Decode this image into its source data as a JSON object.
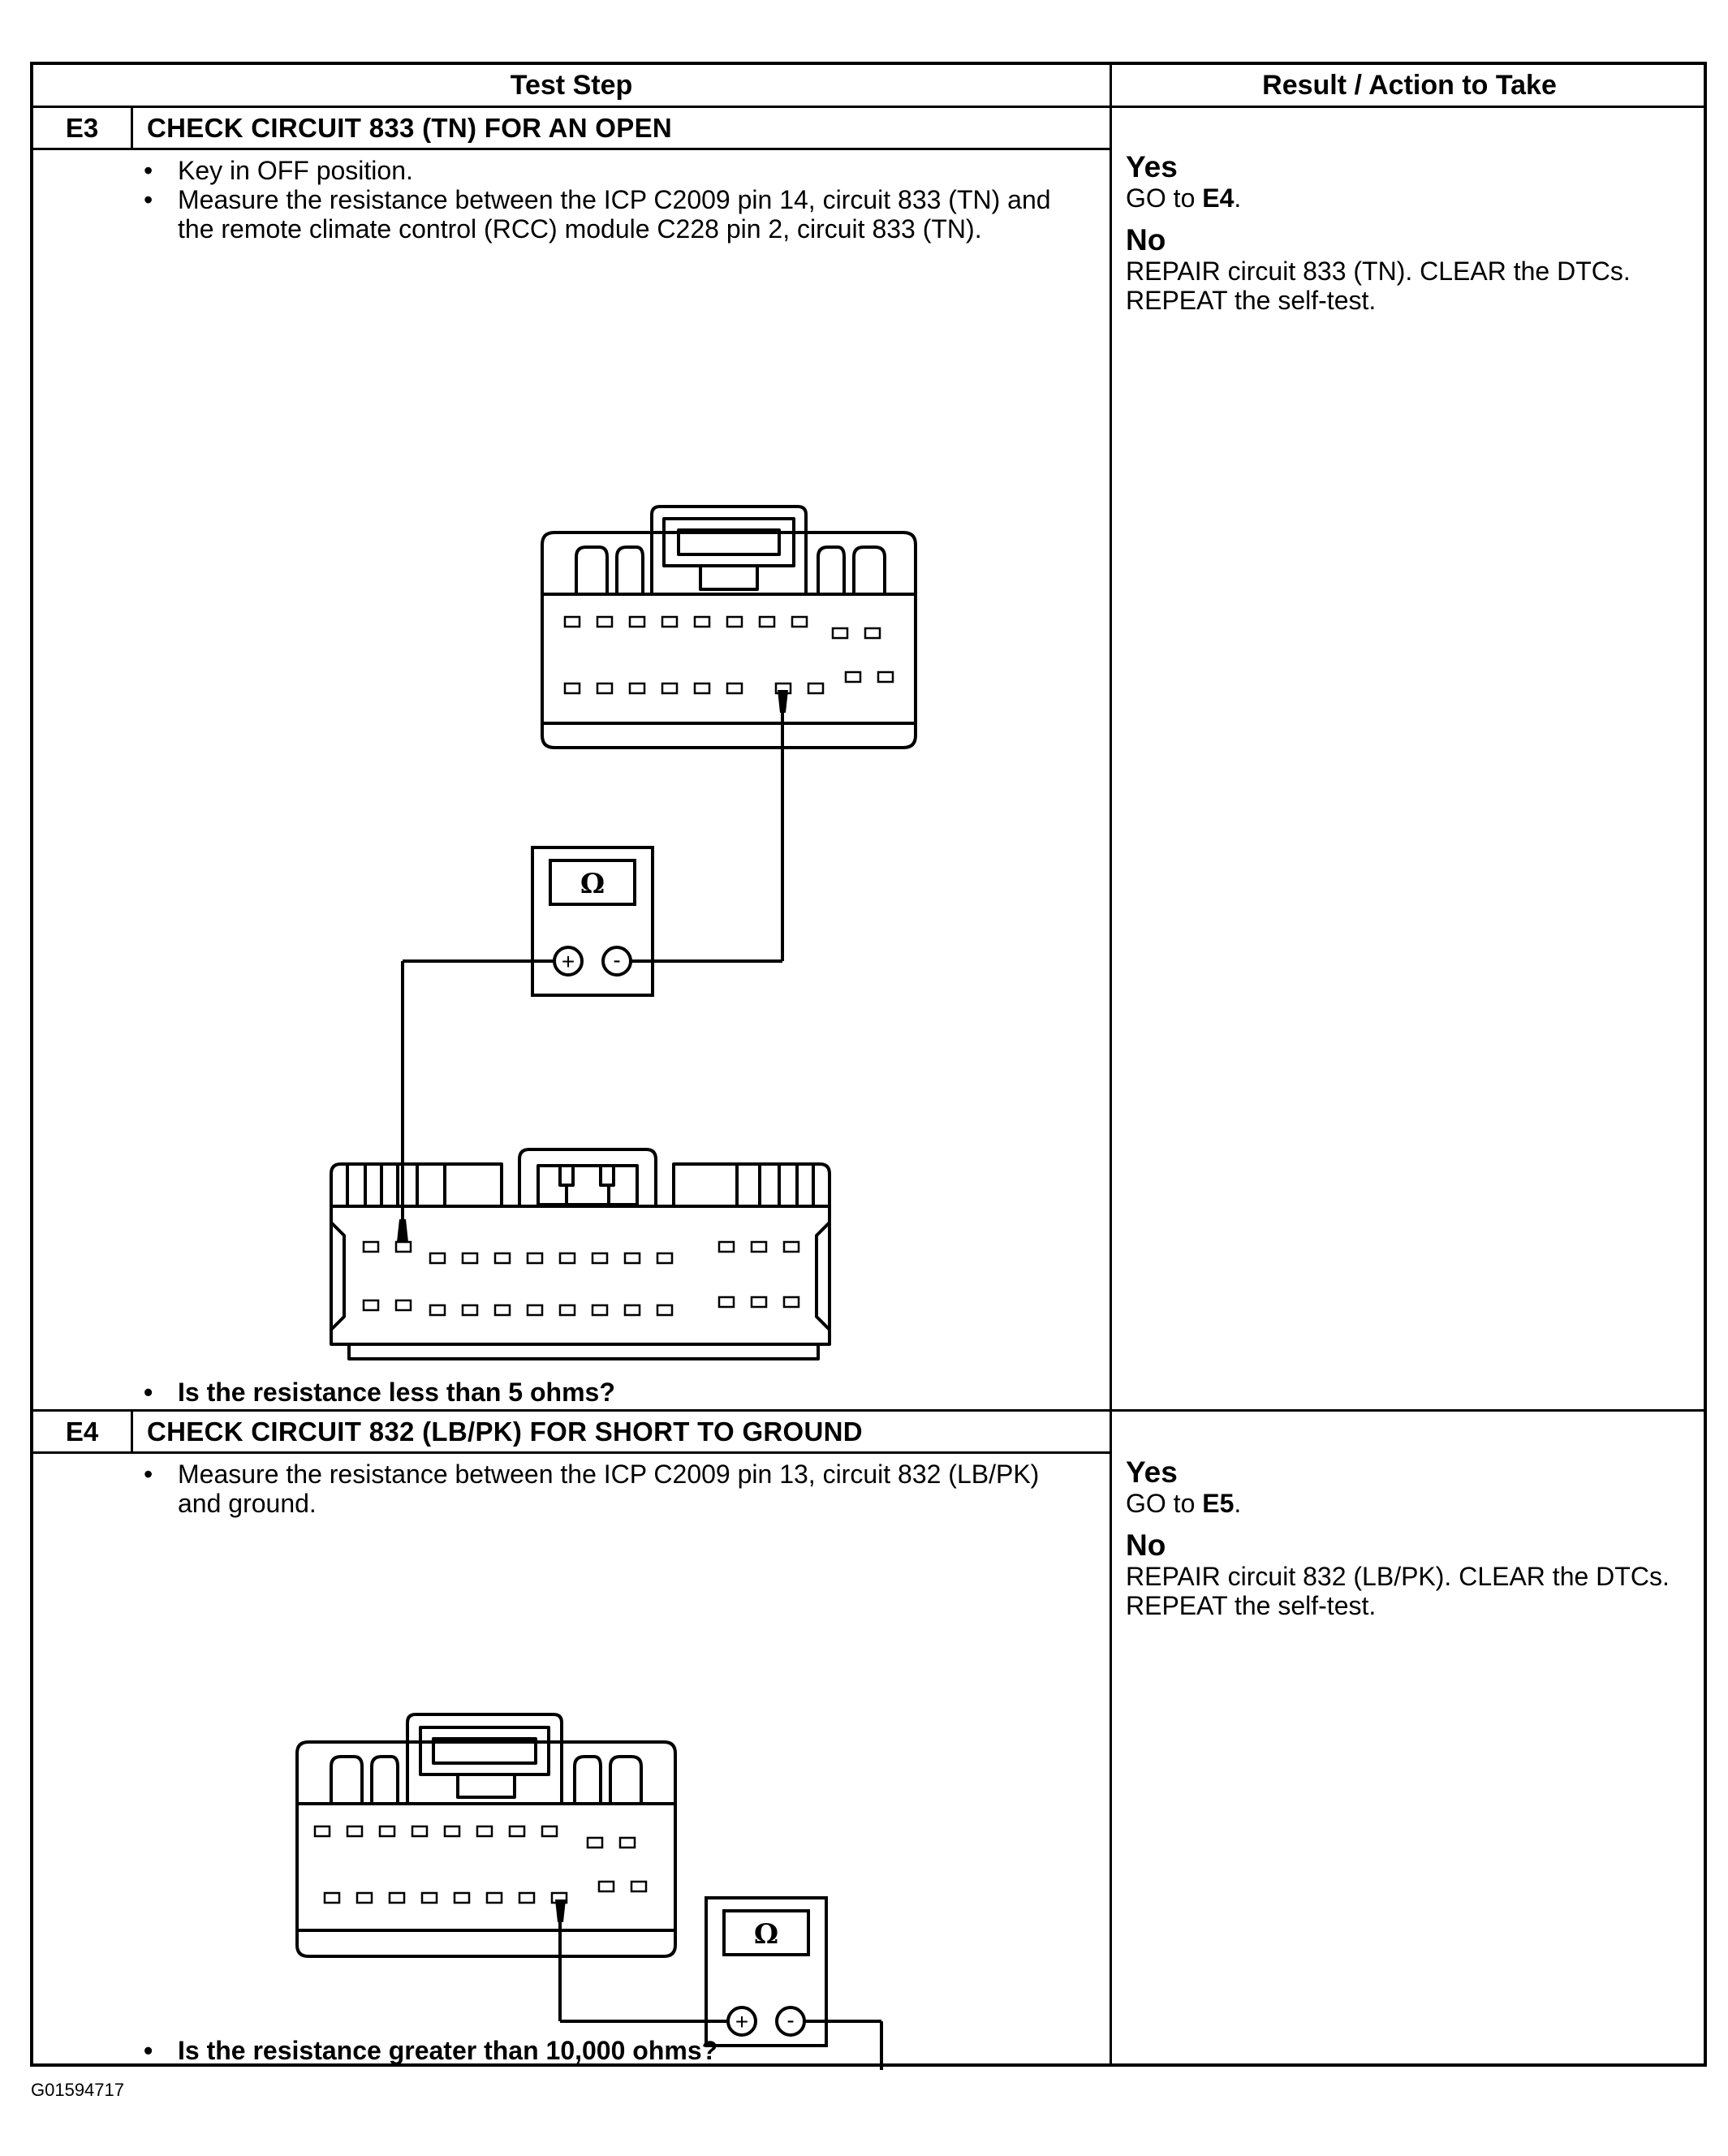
{
  "header": {
    "test_step": "Test Step",
    "result_action": "Result / Action to Take"
  },
  "steps": [
    {
      "id": "E3",
      "title": "CHECK CIRCUIT 833 (TN) FOR AN OPEN",
      "bullets": [
        "Key in OFF position.",
        "Measure the resistance between the ICP C2009 pin 14, circuit 833 (TN) and the remote climate control (RCC) module C228 pin 2, circuit 833 (TN)."
      ],
      "question": "Is the resistance less than 5 ohms?",
      "yes_label": "Yes",
      "yes_text": "GO to ",
      "yes_target": "E4",
      "yes_end": ".",
      "no_label": "No",
      "no_text": "REPAIR circuit 833 (TN). CLEAR the DTCs. REPEAT the self-test."
    },
    {
      "id": "E4",
      "title": "CHECK CIRCUIT 832 (LB/PK) FOR SHORT TO GROUND",
      "bullets": [
        "Measure the resistance between the ICP C2009 pin 13, circuit 832 (LB/PK) and ground."
      ],
      "question": "Is the resistance greater than 10,000 ohms?",
      "yes_label": "Yes",
      "yes_text": "GO to ",
      "yes_target": "E5",
      "yes_end": ".",
      "no_label": "No",
      "no_text": "REPAIR circuit 832 (LB/PK). CLEAR the DTCs. REPEAT the self-test."
    }
  ],
  "meter_symbol": "Ω",
  "plus": "+",
  "minus": "-",
  "figure_id": "G01594717"
}
